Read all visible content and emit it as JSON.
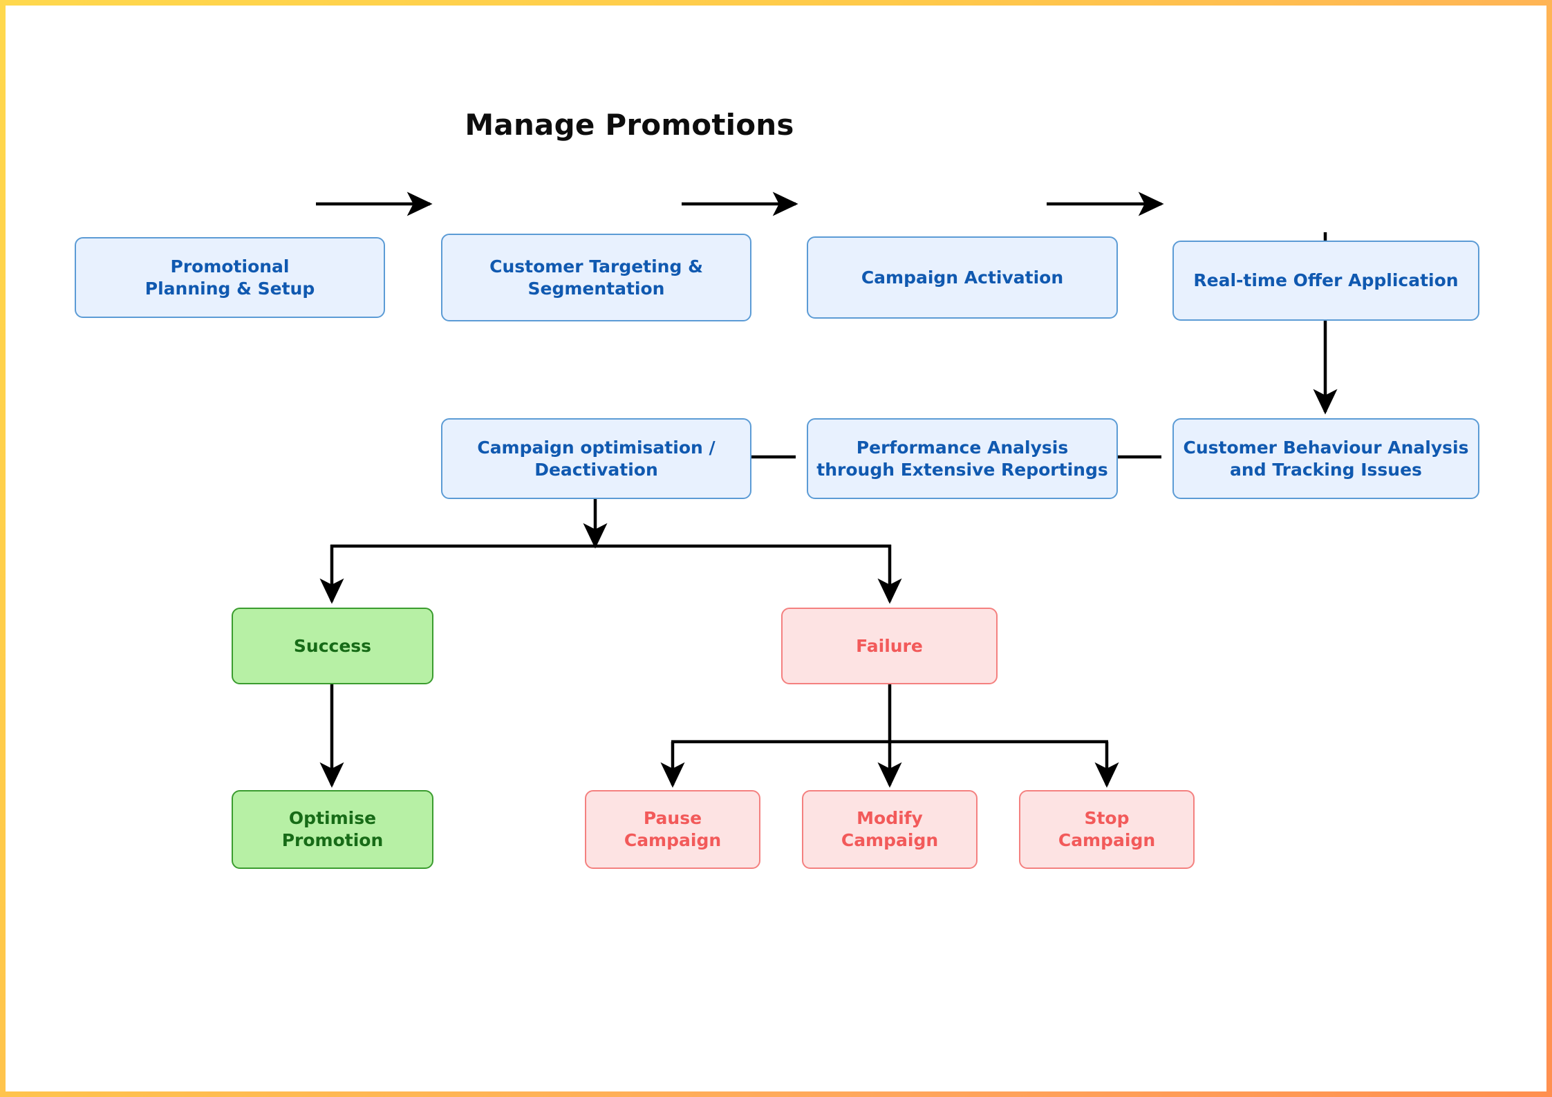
{
  "diagram": {
    "title": "Manage Promotions",
    "frame": {
      "gradient_start": "#ffd84d",
      "gradient_end": "#ff8f4f"
    },
    "palette": {
      "blue_fill": "#e8f1fe",
      "blue_border": "#5b9bd5",
      "blue_text": "#1059b0",
      "green_fill": "#b7f0a5",
      "green_border": "#3a9c2e",
      "green_text": "#176b17",
      "red_fill": "#fde3e3",
      "red_border": "#f4807f",
      "red_text": "#f25a5a",
      "connector": "#000000"
    },
    "nodes": {
      "promotional_planning": "Promotional\nPlanning & Setup",
      "customer_targeting": "Customer Targeting &\nSegmentation",
      "campaign_activation": "Campaign Activation",
      "realtime_offer": "Real-time Offer Application",
      "customer_behaviour": "Customer Behaviour Analysis\nand Tracking Issues",
      "performance_analysis": "Performance Analysis\nthrough Extensive Reportings",
      "campaign_optimisation": "Campaign optimisation /\nDeactivation",
      "success": "Success",
      "failure": "Failure",
      "optimise_promotion": "Optimise\nPromotion",
      "pause_campaign": "Pause\nCampaign",
      "modify_campaign": "Modify\nCampaign",
      "stop_campaign": "Stop\nCampaign"
    },
    "flow": [
      "Promotional Planning & Setup -> Customer Targeting & Segmentation",
      "Customer Targeting & Segmentation -> Campaign Activation",
      "Campaign Activation -> Real-time Offer Application",
      "Real-time Offer Application -> Customer Behaviour Analysis and Tracking Issues",
      "Customer Behaviour Analysis and Tracking Issues -> Performance Analysis through Extensive Reportings",
      "Performance Analysis through Extensive Reportings -> Campaign optimisation / Deactivation",
      "Campaign optimisation / Deactivation -> Success",
      "Campaign optimisation / Deactivation -> Failure",
      "Success -> Optimise Promotion",
      "Failure -> Pause Campaign",
      "Failure -> Modify Campaign",
      "Failure -> Stop Campaign"
    ]
  }
}
